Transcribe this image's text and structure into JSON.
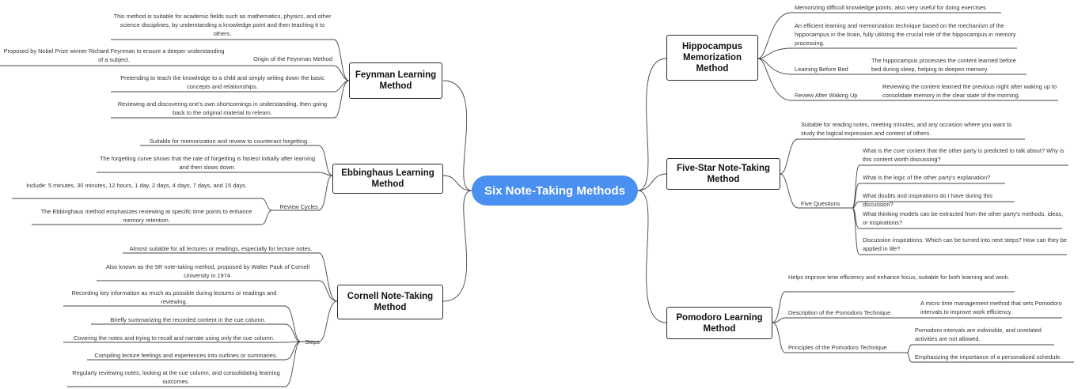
{
  "central_topic": "Six Note-Taking Methods",
  "colors": {
    "central_fill": "#4a90f0",
    "central_text": "#ffffff",
    "branch_line": "#444444",
    "topic_border": "#2b2b2b"
  },
  "feynman": {
    "title": "Feynman Learning Method",
    "suitable": "This method is suitable for academic fields such as mathematics, physics, and other science disciplines, by understanding a knowledge point and then teaching it to others.",
    "origin_label": "Origin of the Feynman Method",
    "origin_detail": "Proposed by Nobel Prize winner Richard Feynman to ensure a deeper understanding of a subject.",
    "pretend": "Pretending to teach the knowledge to a child and simply writing down the basic concepts and relationships.",
    "review": "Reviewing and discovering one's own shortcomings in understanding, then going back to the original material to relearn."
  },
  "ebbinghaus": {
    "title": "Ebbinghaus Learning Method",
    "suitable": "Suitable for memorization and review to counteract forgetting.",
    "curve": "The forgetting curve shows that the rate of forgetting is fastest initially after learning and then slows down.",
    "cycles_label": "Review Cycles",
    "cycles_detail": "Include: 5 minutes, 30 minutes, 12 hours, 1 day, 2 days, 4 days, 7 days, and 15 days.",
    "emphasis": "The Ebbinghaus method emphasizes reviewing at specific time points to enhance memory retention."
  },
  "cornell": {
    "title": "Cornell Note-Taking Method",
    "suitable": "Almost suitable for all lectures or readings, especially for lecture notes.",
    "aka": "Also known as the 5R note-taking method, proposed by Walter Pauk of Cornell University in 1974.",
    "steps_label": "Steps",
    "steps": [
      "Recording key information as much as possible during lectures or readings and reviewing.",
      "Briefly summarizing the recorded content in the cue column.",
      "Covering the notes and trying to recall and narrate using only the cue column.",
      "Compiling lecture feelings and experiences into outlines or summaries.",
      "Regularly reviewing notes, looking at the cue column, and consolidating learning outcomes."
    ]
  },
  "hippocampus": {
    "title": "Hippocampus Memorization Method",
    "memorizing": "Memorizing difficult knowledge points, also very useful for doing exercises",
    "technique": "An efficient learning and memorization technique based on the mechanism of the hippocampus in the brain, fully utilizing the crucial role of the hippocampus in memory processing.",
    "bed_label": "Learning Before Bed",
    "bed_detail": "The hippocampus processes the content learned before bed during sleep, helping to deepen memory.",
    "wake_label": "Review After Waking Up",
    "wake_detail": "Reviewing the content learned the previous night after waking up to consolidate memory in the clear state of the morning."
  },
  "fivestar": {
    "title": "Five-Star Note-Taking Method",
    "suitable": "Suitable for reading notes, meeting minutes, and any occasion where you want to study the logical expression and content of others.",
    "questions_label": "Five Questions",
    "questions": [
      "What is the core content that the other party is predicted to talk about? Why is this content worth discussing?",
      "What is the logic of the other party's explanation?",
      "What doubts and inspirations do I have during this discussion?",
      "What thinking models can be extracted from the other party's methods, ideas, or inspirations?",
      "Discussion inspirations: Which can be turned into next steps? How can they be applied in life?"
    ]
  },
  "pomodoro": {
    "title": "Pomodoro Learning Method",
    "helps": "Helps improve time efficiency and enhance focus, suitable for both learning and work.",
    "desc_label": "Description of the Pomodoro Technique",
    "desc_detail": "A micro time management method that sets Pomodoro intervals to improve work efficiency.",
    "principles_label": "Principles of the Pomodoro Technique",
    "principles": [
      "Pomodoro intervals are indivisible, and unrelated activities are not allowed.",
      "Emphasizing the importance of a personalized schedule."
    ]
  }
}
